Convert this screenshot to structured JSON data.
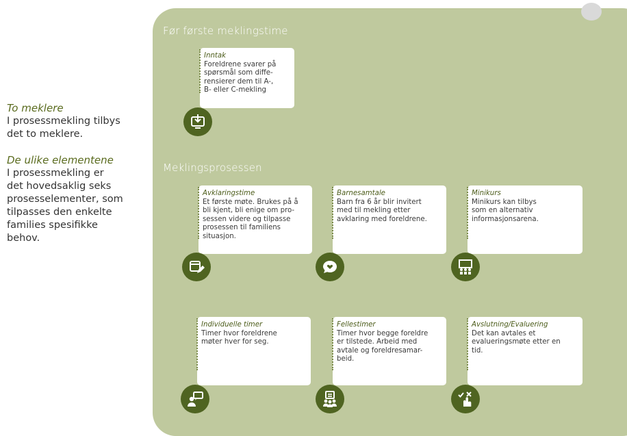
{
  "sidebar": {
    "s1_title": "To meklere",
    "s1_lines": [
      "I prosessmekling tilbys",
      "det to meklere."
    ],
    "s2_title": "De ulike elementene",
    "s2_lines": [
      "I prosessmekling er",
      "det hovedsaklig seks",
      "prosesselementer, som",
      "tilpasses den enkelte",
      "families spesifikke",
      "behov."
    ]
  },
  "sections": {
    "first": "Før første meklingstime",
    "second": "Meklingsprosessen"
  },
  "cards": {
    "inntak": {
      "title": "Inntak",
      "lines": [
        "Foreldrene svarer på",
        "spørsmål som diffe-",
        "rensierer dem til A-,",
        "B- eller C-mekling"
      ],
      "icon": "download-monitor-icon"
    },
    "avklaring": {
      "title": "Avklaringstime",
      "lines": [
        "Et første møte. Brukes på å",
        "bli kjent, bli enige om pro-",
        "sessen videre og tilpasse",
        "prosessen til familiens",
        "situasjon."
      ],
      "icon": "calendar-edit-icon"
    },
    "barnesamtale": {
      "title": "Barnesamtale",
      "lines": [
        "Barn fra 6 år blir invitert",
        "med til mekling etter",
        "avklaring med foreldrene."
      ],
      "icon": "heart-chat-icon"
    },
    "minikurs": {
      "title": "Minikurs",
      "lines": [
        "Minikurs kan tilbys",
        "som en alternativ",
        "informasjonsarena."
      ],
      "icon": "presentation-audience-icon"
    },
    "individuelle": {
      "title": "Individuelle timer",
      "lines": [
        "Timer hvor foreldrene",
        "møter hver for seg."
      ],
      "icon": "person-speech-icon"
    },
    "fellestimer": {
      "title": "Fellestimer",
      "lines": [
        "Timer hvor begge foreldre",
        "er tilstede. Arbeid med",
        "avtale og foreldresamar-",
        "beid."
      ],
      "icon": "meeting-board-icon"
    },
    "avslutning": {
      "title": "Avslutning/Evaluering",
      "lines": [
        "Det kan avtales et",
        "evalueringsmøte etter en",
        "tid."
      ],
      "icon": "check-cross-hand-icon"
    }
  },
  "colors": {
    "panel": "#bfc99e",
    "icon": "#4f6421",
    "title": "#4c5c1a"
  }
}
